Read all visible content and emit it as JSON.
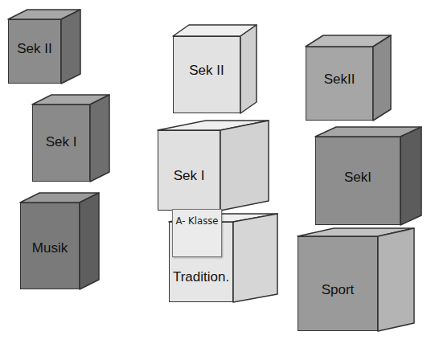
{
  "diagram": {
    "nodes": [
      {
        "text": [
          "Sek II"
        ]
      },
      {
        "text": [
          "Sek I"
        ]
      },
      {
        "text": [
          "Musik"
        ]
      },
      {
        "text": [
          "Sek II"
        ]
      },
      {
        "text": [
          "Sek I"
        ]
      },
      {
        "text": [
          "Tradition."
        ]
      },
      {
        "text": [
          "A- Klasse"
        ]
      },
      {
        "text": [
          "SekII"
        ]
      },
      {
        "text": [
          "SekI"
        ]
      },
      {
        "text": [
          "Sport"
        ]
      }
    ]
  }
}
